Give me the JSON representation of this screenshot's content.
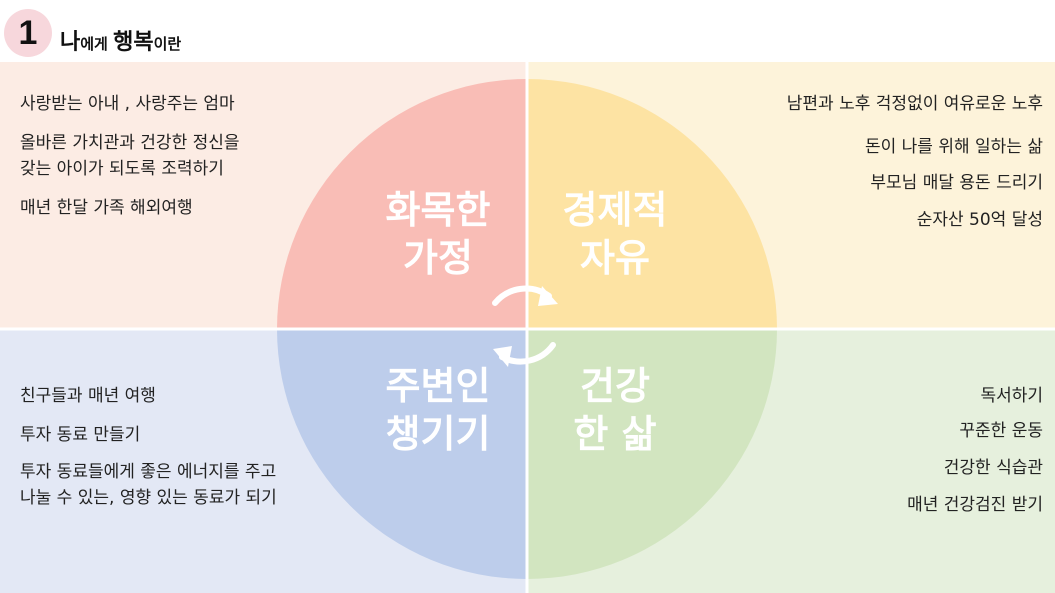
{
  "header": {
    "number": "1",
    "title_part1": "나",
    "title_part2": "에게 ",
    "title_part3": "행복",
    "title_part4": "이란"
  },
  "quadrants": {
    "top_left": {
      "label": "화목한\n가정",
      "color": "#f9bdb6",
      "items": [
        "사랑받는 아내 , 사랑주는 엄마",
        "올바른 가치관과 건강한 정신을",
        "갖는 아이가 되도록 조력하기",
        "매년 한달 가족 해외여행"
      ]
    },
    "top_right": {
      "label": "경제적\n자유",
      "color": "#fde3a3",
      "items": [
        "남편과 노후 걱정없이 여유로운 노후",
        "돈이 나를 위해 일하는 삶",
        "부모님 매달 용돈 드리기",
        "순자산 50억 달성"
      ]
    },
    "bottom_left": {
      "label": "주변인\n챙기기",
      "color": "#bdcdeb",
      "items": [
        "친구들과 매년 여행",
        "투자 동료 만들기",
        "투자 동료들에게 좋은 에너지를 주고",
        "나눌 수 있는, 영향 있는 동료가 되기"
      ]
    },
    "bottom_right": {
      "label": "건강\n한 삶",
      "color": "#d2e5c0",
      "items": [
        "독서하기",
        "꾸준한 운동",
        "건강한 식습관",
        "매년 건강검진 받기"
      ]
    }
  },
  "icons": {
    "cycle": "cycle-arrows-icon"
  }
}
